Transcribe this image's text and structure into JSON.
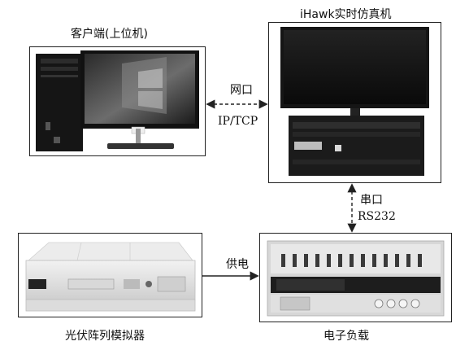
{
  "nodes": {
    "client": {
      "title": "客户端(上位机)"
    },
    "simulator": {
      "title": "iHawk实时仿真机"
    },
    "pv": {
      "title": "光伏阵列模拟器"
    },
    "load": {
      "title": "电子负载"
    }
  },
  "links": {
    "network": {
      "line1": "网口",
      "line2": "IP/TCP"
    },
    "serial": {
      "line1": "串口",
      "line2": "RS232"
    },
    "power": {
      "label": "供电"
    }
  },
  "colors": {
    "line": "#222222",
    "screen_dark": "#111111",
    "windows_blue": "#4a4a4a",
    "device_body": "#e6e6e6"
  }
}
